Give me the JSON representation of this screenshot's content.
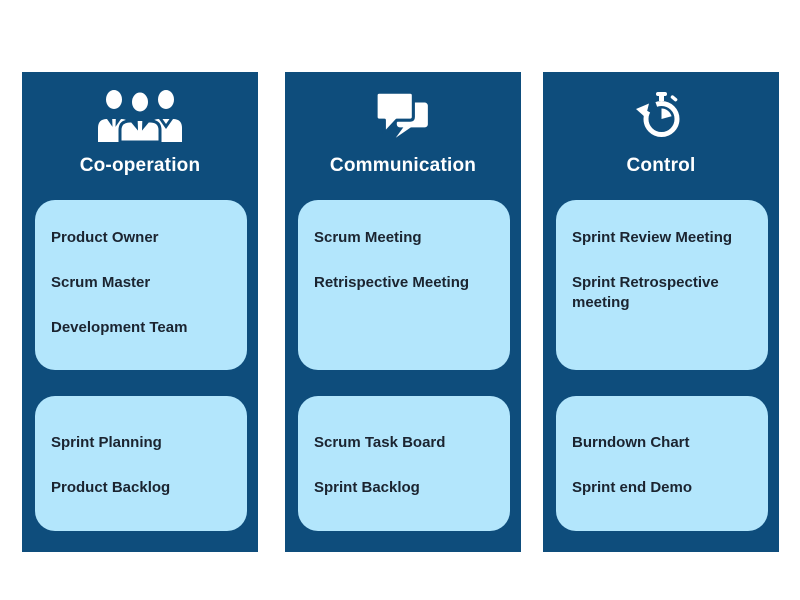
{
  "colors": {
    "column_bg": "#0e4d7c",
    "box_bg": "#b3e6fc",
    "title_text": "#ffffff",
    "item_text": "#1b2430",
    "page_bg": "#ffffff"
  },
  "columns": [
    {
      "title": "Co-operation",
      "icon": "team-icon",
      "box1": [
        "Product Owner",
        "Scrum Master",
        "Development Team"
      ],
      "box2": [
        "Sprint Planning",
        "Product Backlog"
      ]
    },
    {
      "title": "Communication",
      "icon": "speech-bubbles-icon",
      "box1": [
        "Scrum Meeting",
        "Retrispective Meeting"
      ],
      "box2": [
        "Scrum Task Board",
        "Sprint Backlog"
      ]
    },
    {
      "title": "Control",
      "icon": "stopwatch-icon",
      "box1": [
        "Sprint Review Meeting",
        "Sprint Retrospective meeting"
      ],
      "box2": [
        "Burndown Chart",
        "Sprint end Demo"
      ]
    }
  ]
}
